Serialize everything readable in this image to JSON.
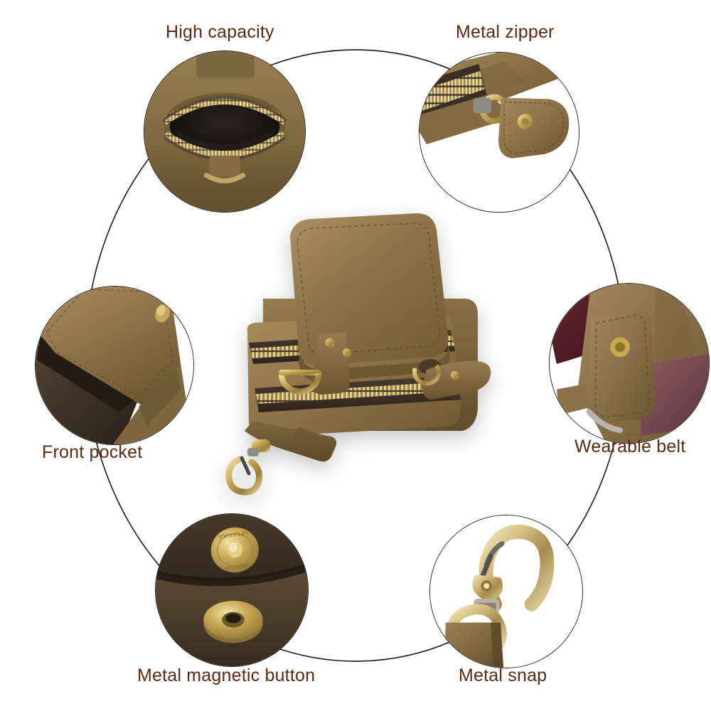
{
  "page": {
    "background_color": "#ffffff",
    "label_color": "#5a2a15",
    "connector_color": "#2b2320",
    "product_name": "brown-leather-waist-belt-phone-pouch"
  },
  "callouts": [
    {
      "id": "high-capacity",
      "label": "High capacity",
      "label_position": "top-left",
      "image_description": "open top of the leather pouch showing gold metal zipper and dark fabric lining interior",
      "colors": {
        "leather": "#8a7049",
        "lining": "#1d1a17",
        "zipper": "#c9ab4e"
      }
    },
    {
      "id": "metal-zipper",
      "label": "Metal zipper",
      "label_position": "top-right",
      "image_description": "close-up of brass metal zipper with leather pull tab and brass rivet",
      "colors": {
        "leather": "#8f7248",
        "tape": "#3c2f28",
        "zipper": "#d3bb7d"
      }
    },
    {
      "id": "front-pocket",
      "label": "Front pocket",
      "label_position": "left",
      "image_description": "front flap pocket opened showing dark suede interior and brass stud",
      "colors": {
        "leather": "#8a7049",
        "suede": "#3b3026",
        "stud": "#c5a759"
      }
    },
    {
      "id": "wearable-belt",
      "label": "Wearable belt",
      "label_position": "right",
      "image_description": "leather belt loop with brass snap fastened over a dark burgundy leather belt",
      "colors": {
        "leather": "#8a7049",
        "belt": "#5a2027",
        "snap": "#c9a447"
      }
    },
    {
      "id": "metal-magnetic-button",
      "label": "Metal magnetic button",
      "label_position": "bottom-left",
      "image_description": "two brass magnetic snap button halves on dark brown suede, engraved text on the upper disc",
      "colors": {
        "suede": "#3a2e23",
        "brass": "#c9a94f"
      }
    },
    {
      "id": "metal-snap",
      "label": "Metal snap",
      "label_position": "bottom-right",
      "image_description": "antique brass swivel lobster snap hook attached to a brown leather strap end",
      "colors": {
        "brass": "#c4ad6e",
        "leather": "#8a6f47"
      }
    }
  ],
  "center_product": {
    "name": "Leather waist belt phone pouch",
    "parts": [
      "flap",
      "main zipper compartment",
      "front pocket",
      "belt loop",
      "D-ring",
      "detachable swivel snap hook",
      "brass rivets",
      "zipper pull tab"
    ],
    "colors": {
      "leather": "#8a7049",
      "hardware": "#c5a759",
      "zipper_tape": "#3c2f28"
    }
  }
}
